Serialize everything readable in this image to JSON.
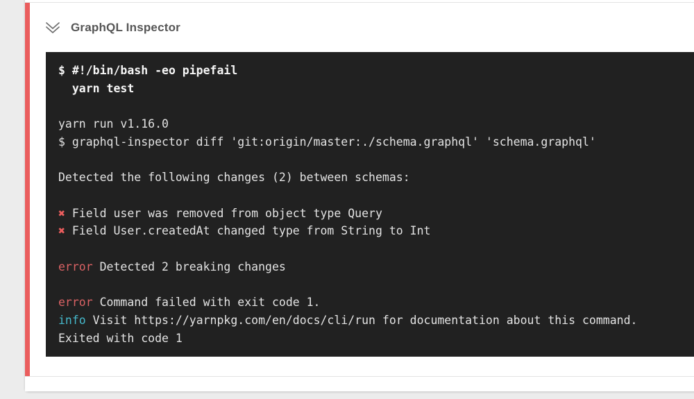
{
  "colors": {
    "page_bg": "#ececec",
    "panel_bg": "#ffffff",
    "status_red": "#ea5d5d",
    "error_red": "#da6264",
    "info_cyan": "#46b9cc",
    "terminal_bg": "#212121",
    "terminal_fg": "#e3e3e3",
    "title_gray": "#555555"
  },
  "step": {
    "title": "GraphQL Inspector",
    "status": "failed",
    "collapse_icon": "chevron-double-down-icon"
  },
  "terminal": {
    "lines": [
      {
        "segments": [
          {
            "t": "$ #!/bin/bash -eo pipefail",
            "c": "bold"
          }
        ]
      },
      {
        "segments": [
          {
            "t": "  yarn test",
            "c": "bold"
          }
        ]
      },
      {
        "segments": []
      },
      {
        "segments": [
          {
            "t": "yarn run v1.16.0",
            "c": ""
          }
        ]
      },
      {
        "segments": [
          {
            "t": "$ graphql-inspector diff 'git:origin/master:./schema.graphql' 'schema.graphql'",
            "c": ""
          }
        ]
      },
      {
        "segments": []
      },
      {
        "segments": [
          {
            "t": "Detected the following changes (2) between schemas:",
            "c": ""
          }
        ]
      },
      {
        "segments": []
      },
      {
        "segments": [
          {
            "t": "✖",
            "c": "xmark"
          },
          {
            "t": " Field user was removed from object type Query",
            "c": ""
          }
        ]
      },
      {
        "segments": [
          {
            "t": "✖",
            "c": "xmark"
          },
          {
            "t": " Field User.createdAt changed type from String to Int",
            "c": ""
          }
        ]
      },
      {
        "segments": []
      },
      {
        "segments": [
          {
            "t": "error",
            "c": "err"
          },
          {
            "t": " Detected 2 breaking changes",
            "c": ""
          }
        ]
      },
      {
        "segments": []
      },
      {
        "segments": [
          {
            "t": "error",
            "c": "err"
          },
          {
            "t": " Command failed with exit code 1.",
            "c": ""
          }
        ]
      },
      {
        "segments": [
          {
            "t": "info",
            "c": "info"
          },
          {
            "t": " Visit https://yarnpkg.com/en/docs/cli/run for documentation about this command.",
            "c": ""
          }
        ]
      },
      {
        "segments": [
          {
            "t": "Exited with code 1",
            "c": ""
          }
        ]
      }
    ]
  }
}
